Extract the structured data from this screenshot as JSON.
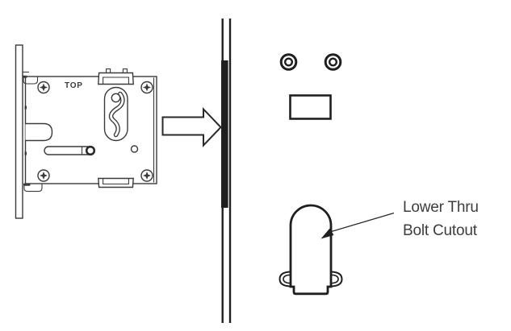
{
  "page": {
    "background": "#ffffff"
  },
  "diagram": {
    "lock_assembly": {
      "top_label": "TOP"
    },
    "door_cutouts": {
      "annotation": {
        "line1": "Lower Thru",
        "line2": "Bolt Cutout"
      }
    },
    "icons": [
      "screw-icon",
      "insertion-arrow-icon",
      "thru-bolt-hole-icon",
      "annotation-arrowhead-icon"
    ],
    "colors": {
      "drawing_line": "#3a3a3a",
      "heavy_line": "#1f1f1f",
      "annotation_text": "#3d3d3d",
      "background": "#ffffff"
    }
  }
}
